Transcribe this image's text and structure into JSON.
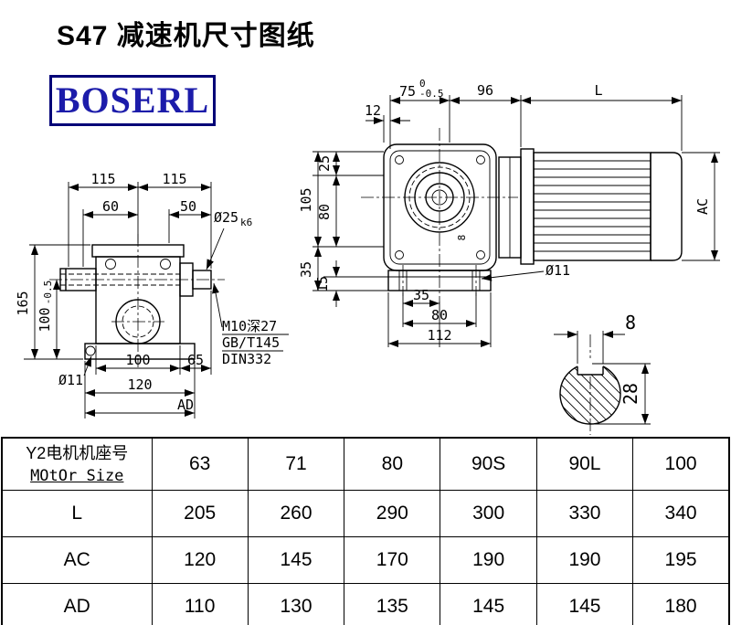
{
  "title": "S47 减速机尺寸图纸",
  "logo": "BOSERL",
  "left_view": {
    "dim_115_left": "115",
    "dim_115_right": "115",
    "dim_60": "60",
    "dim_50": "50",
    "dim_shaft_dia": "Ø25",
    "dim_shaft_fit": "k6",
    "dim_165": "165",
    "dim_100_side": "100",
    "dim_100_tol": "-0.5",
    "dim_hole": "Ø11",
    "dim_100_bottom": "100",
    "dim_65": "65",
    "dim_120": "120",
    "dim_AD": "AD",
    "note_line1": "M10深27",
    "note_line2": "GB/T145",
    "note_line3": "DIN332"
  },
  "front_view": {
    "dim_12": "12",
    "dim_75": "75",
    "dim_75_tol_upper": "0",
    "dim_75_tol_lower": "-0.5",
    "dim_96": "96",
    "dim_L": "L",
    "dim_25": "25",
    "dim_105": "105",
    "dim_80_left": "80",
    "dim_35_left": "35",
    "dim_15": "15",
    "dim_35_bottom": "35",
    "dim_80_bottom": "80",
    "dim_112": "112",
    "dim_hole": "Ø11",
    "dim_AC": "AC",
    "inner_mark": "8"
  },
  "shaft_section": {
    "dim_key_width": "8",
    "dim_diameter": "28"
  },
  "table": {
    "header_cn": "Y2电机机座号",
    "header_en": "MOtOr Size",
    "sizes": [
      "63",
      "71",
      "80",
      "90S",
      "90L",
      "100"
    ],
    "rows": [
      {
        "label": "L",
        "values": [
          "205",
          "260",
          "290",
          "300",
          "330",
          "340"
        ]
      },
      {
        "label": "AC",
        "values": [
          "120",
          "145",
          "170",
          "190",
          "190",
          "195"
        ]
      },
      {
        "label": "AD",
        "values": [
          "110",
          "130",
          "135",
          "145",
          "145",
          "180"
        ]
      }
    ]
  },
  "colors": {
    "logo_blue": "#1c1caa",
    "line_black": "#000000"
  }
}
